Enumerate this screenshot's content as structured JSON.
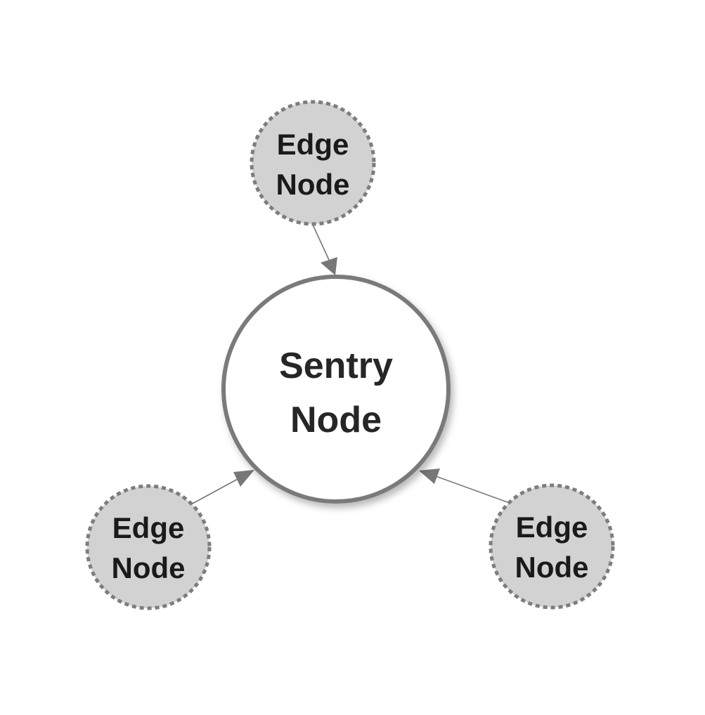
{
  "diagram": {
    "center": {
      "line1": "Sentry",
      "line2": "Node"
    },
    "edge_nodes": [
      {
        "line1": "Edge",
        "line2": "Node"
      },
      {
        "line1": "Edge",
        "line2": "Node"
      },
      {
        "line1": "Edge",
        "line2": "Node"
      }
    ]
  },
  "colors": {
    "edge_fill": "#d3d2d2",
    "edge_border": "#7d7d7d",
    "sentry_fill": "#ffffff",
    "sentry_border": "#7a7a7a",
    "connector": "#777777",
    "text": "#1a1a1a"
  }
}
